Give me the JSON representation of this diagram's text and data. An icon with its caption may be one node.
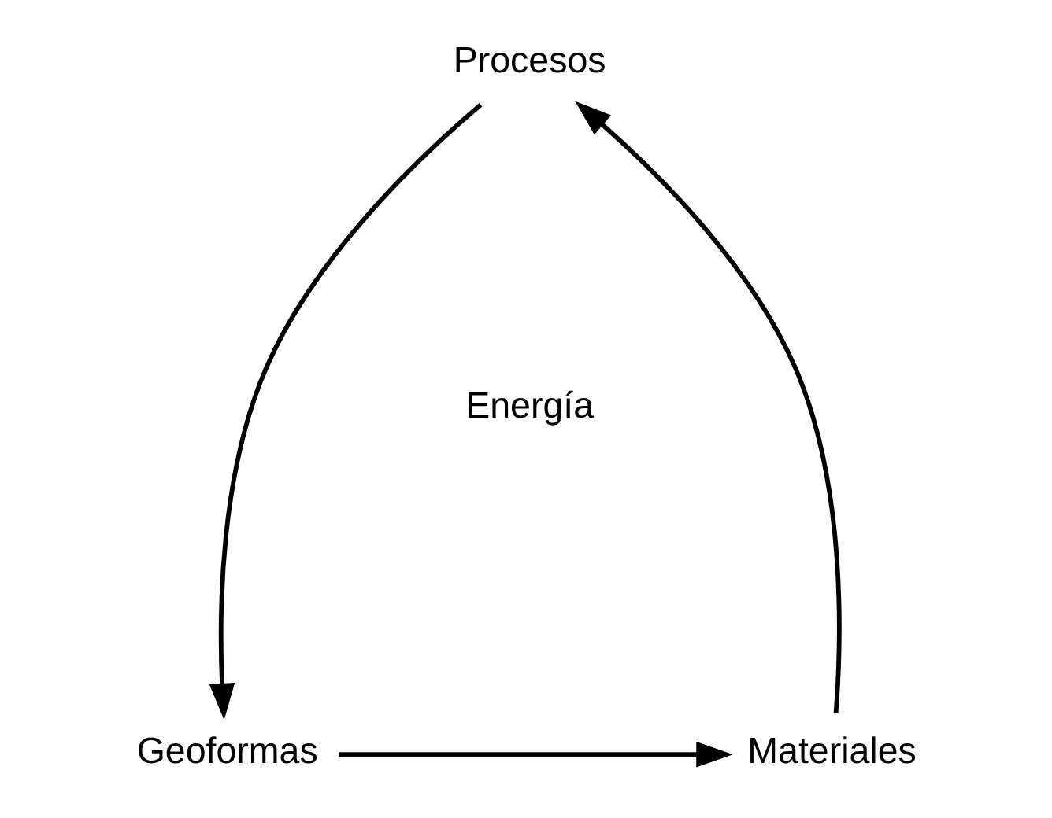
{
  "diagram": {
    "nodes": [
      {
        "text": [
          "Procesos"
        ]
      },
      {
        "text": [
          "Materiales"
        ]
      },
      {
        "text": [
          "Geoformas"
        ]
      }
    ],
    "edges": [
      {
        "from": 1,
        "to": 0,
        "arrow": "to"
      },
      {
        "from": 0,
        "to": 2,
        "arrow": "to"
      },
      {
        "from": 2,
        "to": 1,
        "arrow": "to"
      }
    ],
    "labels": [
      "Energía"
    ]
  }
}
